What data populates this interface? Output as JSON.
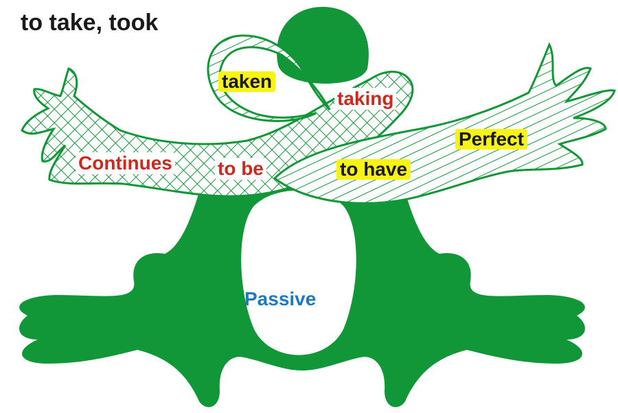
{
  "title": "to take, took",
  "labels": {
    "taken": "taken",
    "taking": "taking",
    "perfect": "Perfect",
    "continues": "Continues",
    "to_be": "to be",
    "to_have": "to have",
    "passive": "Passive"
  },
  "colors": {
    "frog_green": "#119638",
    "hatch_green": "#119638",
    "label_red": "#cc2a1e",
    "label_highlight": "#f7f316",
    "label_blue": "#1c7ac0",
    "title_text": "#1a1a1a"
  }
}
